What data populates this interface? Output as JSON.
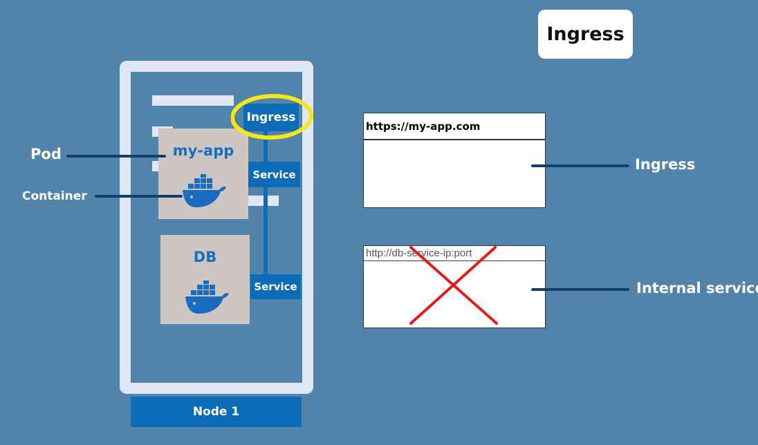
{
  "title": "Ingress",
  "node": {
    "label": "Node 1"
  },
  "pods": [
    {
      "label": "my-app",
      "icon": "docker-whale-icon"
    },
    {
      "label": "DB",
      "icon": "docker-whale-icon"
    }
  ],
  "ingress_component": {
    "label": "Ingress",
    "highlight_color": "#f5e61c"
  },
  "services": [
    {
      "label": "Service"
    },
    {
      "label": "Service"
    }
  ],
  "annotations": {
    "pod": "Pod",
    "container": "Container"
  },
  "browsers": [
    {
      "url": "https://my-app.com",
      "caption": "Ingress"
    },
    {
      "url": "http://db-service-ip:port",
      "caption": "Internal service",
      "crossed_out": true
    }
  ],
  "colors": {
    "background": "#5283aa",
    "k8s_blue": "#0d6cb8",
    "pod_grey": "#ccc5c2",
    "node_frame": "#dfe7f6",
    "cross": "#e41b1b"
  }
}
